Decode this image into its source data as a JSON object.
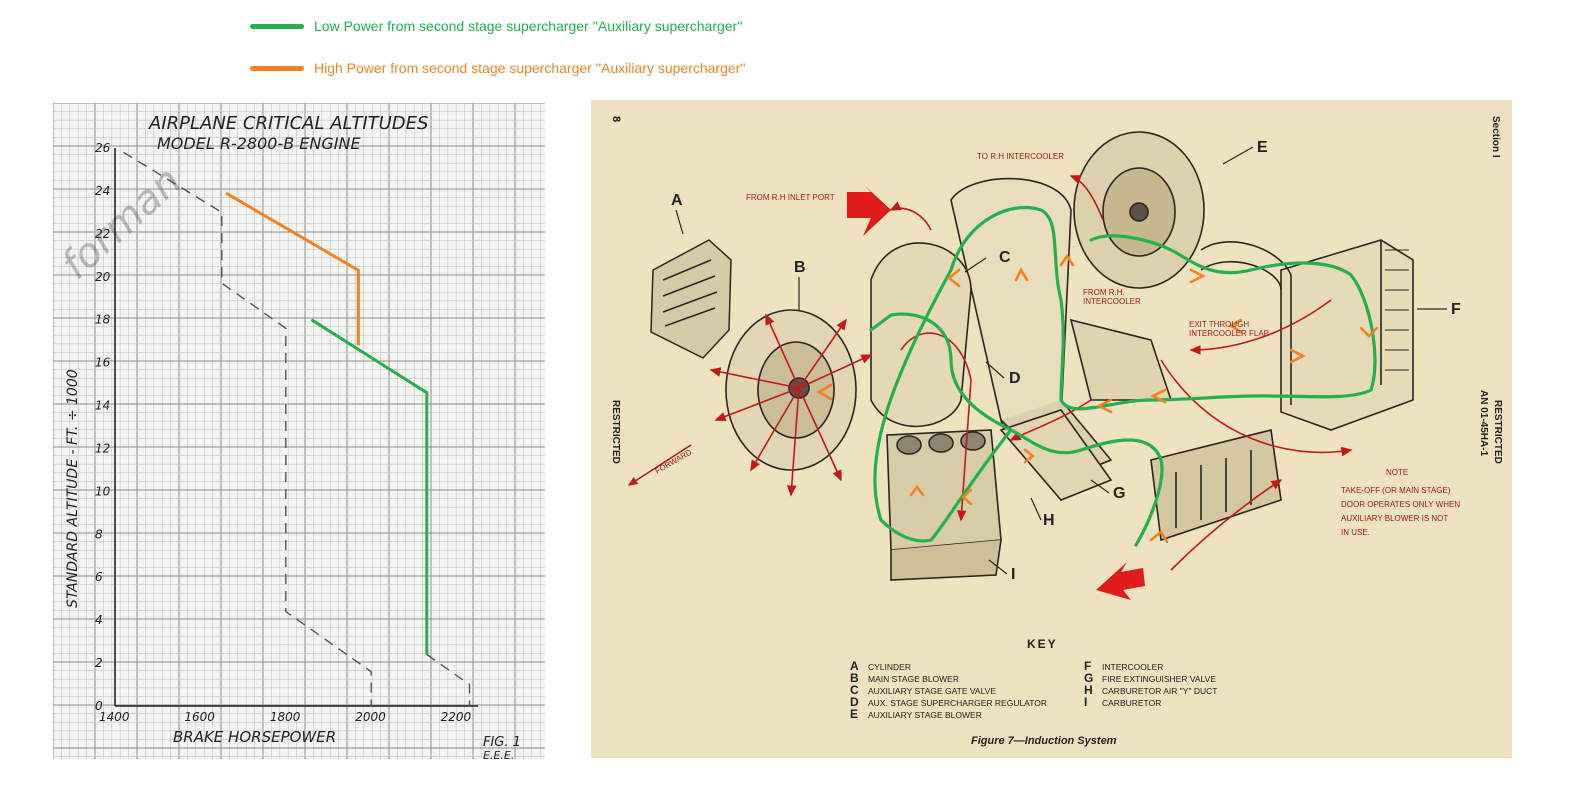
{
  "legend": {
    "low": {
      "label": "Low Power from second stage supercharger ''Auxiliary supercharger''",
      "color": "#22b14c"
    },
    "high": {
      "label": "High Power from second stage supercharger ''Auxiliary supercharger''",
      "color": "#f58220"
    }
  },
  "chart_data": {
    "type": "line",
    "title": "AIRPLANE CRITICAL ALTITUDES",
    "subtitle": "MODEL R-2800-B ENGINE",
    "xlabel": "BRAKE HORSEPOWER",
    "ylabel": "STANDARD ALTITUDE - FT. ÷ 1000",
    "caption": "FIG. 1",
    "caption2": "E.E.E.",
    "watermark": "forman",
    "xlim": [
      1400,
      2250
    ],
    "ylim": [
      0,
      26
    ],
    "grid": true,
    "x_ticks": [
      "1400",
      "1600",
      "1800",
      "2000",
      "2200"
    ],
    "y_ticks": [
      "0",
      "2",
      "4",
      "6",
      "8",
      "10",
      "12",
      "14",
      "16",
      "18",
      "20",
      "22",
      "24",
      "26"
    ],
    "series": [
      {
        "name": "Low Power from second stage supercharger ''Auxiliary supercharger''",
        "color": "#22b14c",
        "style": "solid",
        "points": [
          [
            1860,
            18
          ],
          [
            2130,
            14.6
          ],
          [
            2130,
            2.4
          ]
        ]
      },
      {
        "name": "High Power from second stage supercharger ''Auxiliary supercharger''",
        "color": "#f58220",
        "style": "solid",
        "points": [
          [
            1660,
            23.9
          ],
          [
            1970,
            20.3
          ],
          [
            1970,
            16.8
          ]
        ]
      },
      {
        "name": "",
        "color": "#555555",
        "style": "dashed",
        "points": [
          [
            1420,
            25.8
          ],
          [
            1650,
            23
          ],
          [
            1650,
            19.7
          ],
          [
            1800,
            17.6
          ],
          [
            1800,
            4.4
          ],
          [
            2000,
            1.6
          ],
          [
            2000,
            0
          ]
        ]
      },
      {
        "name": "",
        "color": "#555555",
        "style": "dashed",
        "points": [
          [
            2130,
            2.4
          ],
          [
            2230,
            1
          ],
          [
            2230,
            0
          ]
        ]
      }
    ]
  },
  "diagram": {
    "page_number": "8",
    "section": "Section I",
    "restricted_left": "RESTRICTED",
    "restricted_right": "RESTRICTED",
    "doc_id": "AN 01-45HA-1",
    "figure_caption": "Figure 7—Induction System",
    "callouts": [
      "A",
      "B",
      "C",
      "D",
      "E",
      "F",
      "G",
      "H",
      "I"
    ],
    "labels": {
      "from_rh_inlet_port": "FROM R.H INLET PORT",
      "to_rh_intercooler": "TO R.H INTERCOOLER",
      "from_rh_intercooler_1": "FROM R.H.",
      "from_rh_intercooler_2": "INTERCOOLER",
      "exit_1": "EXIT THROUGH",
      "exit_2": "INTERCOOLER FLAP",
      "forward": "FORWARD"
    },
    "note": {
      "title": "NOTE",
      "lines": [
        "TAKE-OFF (OR MAIN STAGE)",
        "DOOR OPERATES ONLY WHEN",
        "AUXILIARY BLOWER IS NOT",
        "IN USE."
      ]
    },
    "key": {
      "title": "KEY",
      "left": [
        {
          "letter": "A",
          "text": "CYLINDER"
        },
        {
          "letter": "B",
          "text": "MAIN STAGE BLOWER"
        },
        {
          "letter": "C",
          "text": "AUXILIARY STAGE GATE VALVE"
        },
        {
          "letter": "D",
          "text": "AUX. STAGE SUPERCHARGER REGULATOR"
        },
        {
          "letter": "E",
          "text": "AUXILIARY STAGE BLOWER"
        }
      ],
      "right": [
        {
          "letter": "F",
          "text": "INTERCOOLER"
        },
        {
          "letter": "G",
          "text": "FIRE EXTINGUISHER VALVE"
        },
        {
          "letter": "H",
          "text": "CARBURETOR AIR \"Y\" DUCT"
        },
        {
          "letter": "I",
          "text": "CARBURETOR"
        }
      ]
    }
  }
}
